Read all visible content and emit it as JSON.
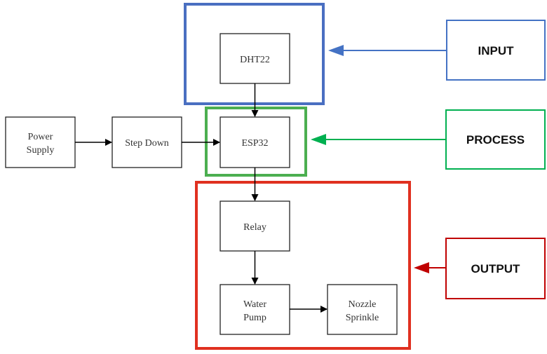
{
  "nodes": {
    "dht22": {
      "lines": [
        "DHT22"
      ]
    },
    "esp32": {
      "lines": [
        "ESP32"
      ]
    },
    "power_supply": {
      "lines": [
        "Power",
        "Supply"
      ]
    },
    "step_down": {
      "lines": [
        "Step Down"
      ]
    },
    "relay": {
      "lines": [
        "Relay"
      ]
    },
    "water_pump": {
      "lines": [
        "Water",
        "Pump"
      ]
    },
    "nozzle_sprinkle": {
      "lines": [
        "Nozzle",
        "Sprinkle"
      ]
    }
  },
  "groups": {
    "input": {
      "label": "INPUT",
      "color": "#4472c4"
    },
    "process": {
      "label": "PROCESS",
      "color": "#00b050"
    },
    "output": {
      "label": "OUTPUT",
      "color": "#c00000"
    }
  },
  "group_frame_colors": {
    "input": "#4a6fc1",
    "process": "#4caf50",
    "output": "#e03020"
  },
  "edges": [
    {
      "from": "power_supply",
      "to": "step_down"
    },
    {
      "from": "step_down",
      "to": "esp32"
    },
    {
      "from": "dht22",
      "to": "esp32"
    },
    {
      "from": "esp32",
      "to": "relay"
    },
    {
      "from": "relay",
      "to": "water_pump"
    },
    {
      "from": "water_pump",
      "to": "nozzle_sprinkle"
    }
  ]
}
